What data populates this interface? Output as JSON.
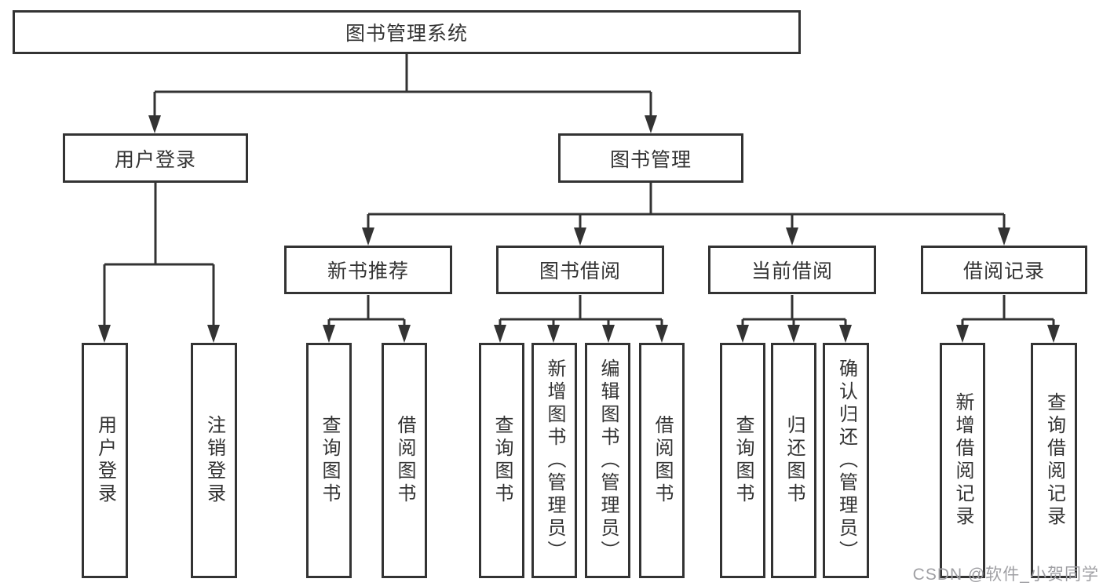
{
  "diagram": {
    "watermark": "CSDN @软件_小贺同学",
    "colors": {
      "line": "#333333",
      "text": "#333333",
      "box_fill": "#ffffff",
      "watermark": "#9f9fa3"
    },
    "tree": {
      "root": {
        "label": "图书管理系统"
      },
      "branches": [
        {
          "label": "用户登录",
          "children": [
            {
              "label": "用户登录"
            },
            {
              "label": "注销登录"
            }
          ]
        },
        {
          "label": "图书管理",
          "children": [
            {
              "label": "新书推荐",
              "children": [
                {
                  "label": "查询图书"
                },
                {
                  "label": "借阅图书"
                }
              ]
            },
            {
              "label": "图书借阅",
              "children": [
                {
                  "label": "查询图书"
                },
                {
                  "label": "新增图书（管理员）"
                },
                {
                  "label": "编辑图书（管理员）"
                },
                {
                  "label": "借阅图书"
                }
              ]
            },
            {
              "label": "当前借阅",
              "children": [
                {
                  "label": "查询图书"
                },
                {
                  "label": "归还图书"
                },
                {
                  "label": "确认归还（管理员）"
                }
              ]
            },
            {
              "label": "借阅记录",
              "children": [
                {
                  "label": "新增借阅记录"
                },
                {
                  "label": "查询借阅记录"
                }
              ]
            }
          ]
        }
      ]
    }
  }
}
